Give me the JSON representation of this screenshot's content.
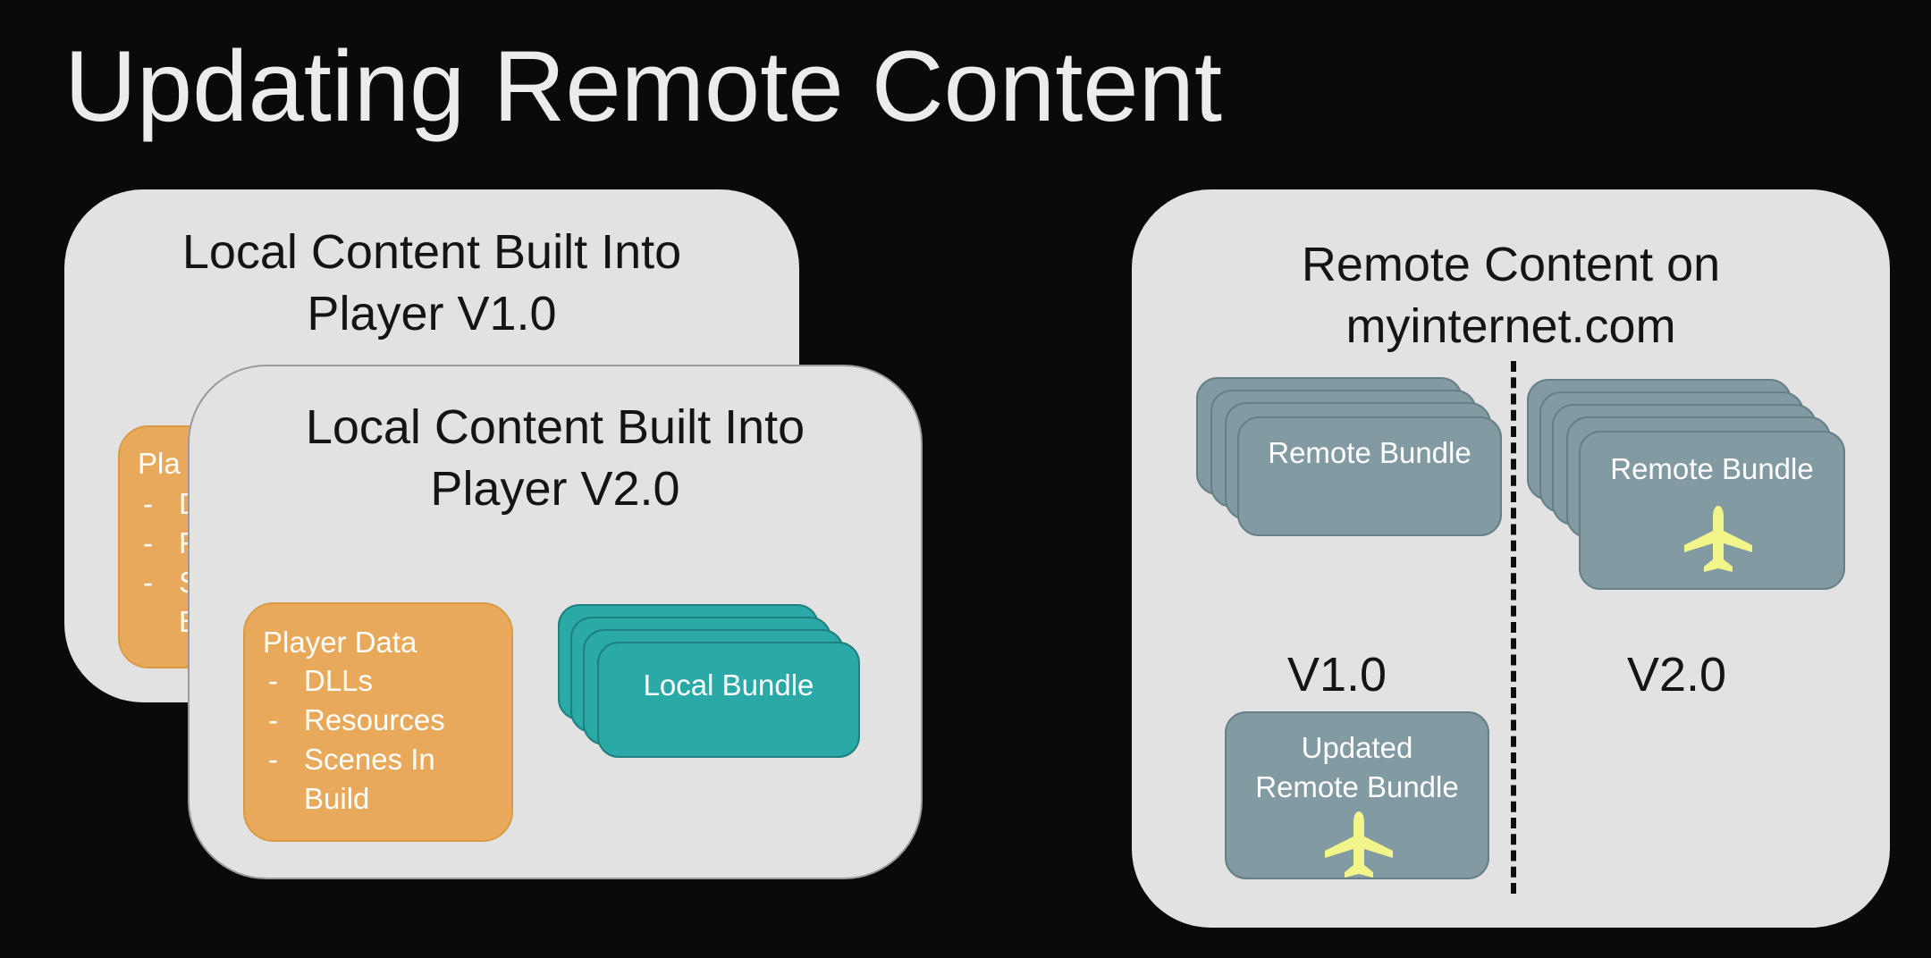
{
  "title": "Updating Remote Content",
  "local_v1": {
    "title_line1": "Local Content Built Into",
    "title_line2": "Player V1.0",
    "player_box": {
      "title": "Pla",
      "items": [
        "D",
        "R",
        "S",
        "B"
      ]
    }
  },
  "local_v2": {
    "title_line1": "Local Content Built Into",
    "title_line2": "Player V2.0",
    "player_box": {
      "title": "Player Data",
      "items": [
        "DLLs",
        "Resources",
        "Scenes In",
        "Build"
      ]
    },
    "bundle_label": "Local Bundle"
  },
  "remote": {
    "title_line1": "Remote Content on",
    "title_line2": "myinternet.com",
    "v1": {
      "bundle_label": "Remote Bundle",
      "version": "V1.0",
      "updated_label_line1": "Updated",
      "updated_label_line2": "Remote Bundle",
      "updated_icon": "airplane-icon"
    },
    "v2": {
      "bundle_label": "Remote Bundle",
      "version": "V2.0",
      "icon": "airplane-icon"
    }
  },
  "colors": {
    "background": "#0a0a0a",
    "panel": "#e2e2e2",
    "player_data": "#e9a95a",
    "local_bundle": "#2aa9a7",
    "remote_bundle": "#829aa1",
    "airplane": "#f1f58a"
  }
}
